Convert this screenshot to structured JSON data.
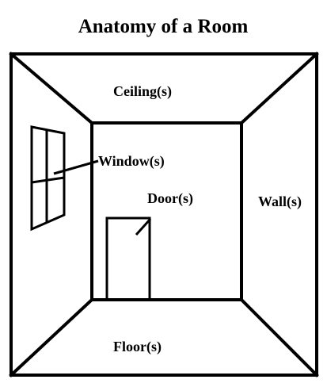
{
  "diagram": {
    "title": "Anatomy of a Room",
    "labels": {
      "ceiling": "Ceiling(s)",
      "window": "Window(s)",
      "door": "Door(s)",
      "wall": "Wall(s)",
      "floor": "Floor(s)"
    }
  }
}
